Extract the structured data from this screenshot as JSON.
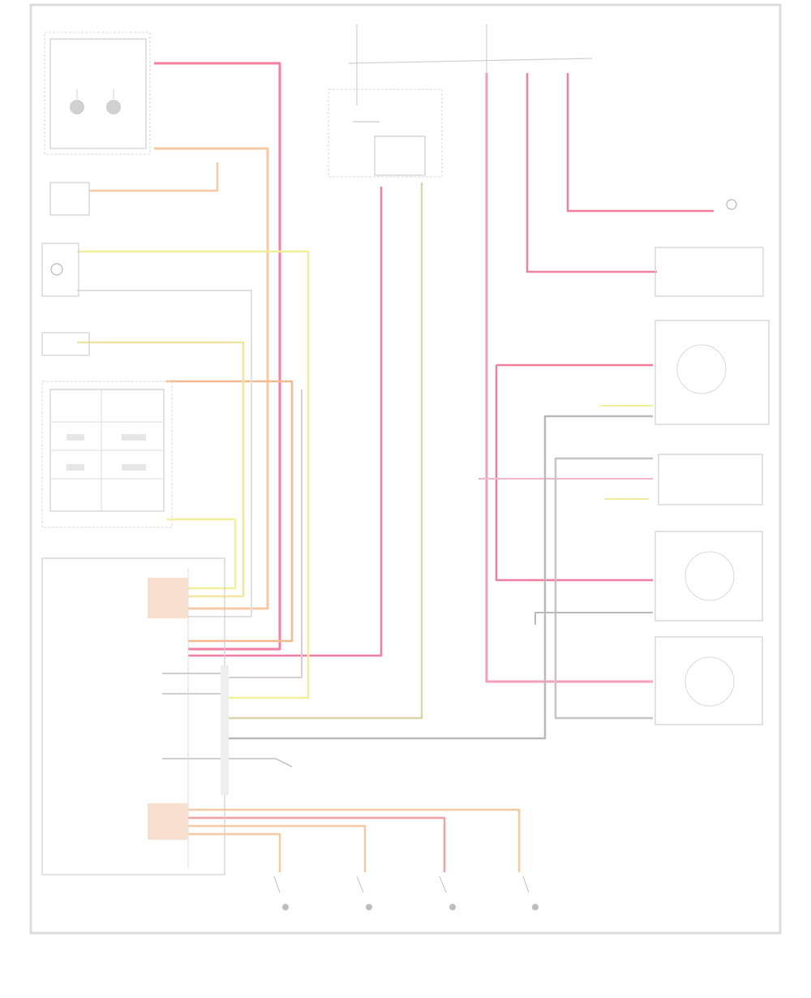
{
  "diagram": {
    "palette": {
      "red": "#f27ea0",
      "orange": "#f7c9a3",
      "yellow": "#efef9c",
      "tan": "#d9d4b0",
      "gray": "#b9b9b9",
      "pink": "#f2b6c6",
      "outline": "#cfcfcf"
    },
    "components": [
      {
        "id": "top-left-module",
        "label": ""
      },
      {
        "id": "left-relay",
        "label": ""
      },
      {
        "id": "left-switch",
        "label": ""
      },
      {
        "id": "left-sensor",
        "label": ""
      },
      {
        "id": "junction-block",
        "label": ""
      },
      {
        "id": "control-module",
        "label": ""
      },
      {
        "id": "top-center-relay",
        "label": ""
      },
      {
        "id": "right-relay",
        "label": ""
      },
      {
        "id": "right-motor-1",
        "label": ""
      },
      {
        "id": "right-motor-2",
        "label": ""
      },
      {
        "id": "right-switch",
        "label": ""
      },
      {
        "id": "right-motor-3",
        "label": ""
      },
      {
        "id": "right-motor-4",
        "label": ""
      },
      {
        "id": "bottom-sensor-1",
        "label": ""
      },
      {
        "id": "bottom-sensor-2",
        "label": ""
      },
      {
        "id": "bottom-sensor-3",
        "label": ""
      },
      {
        "id": "bottom-sensor-4",
        "label": ""
      }
    ]
  }
}
